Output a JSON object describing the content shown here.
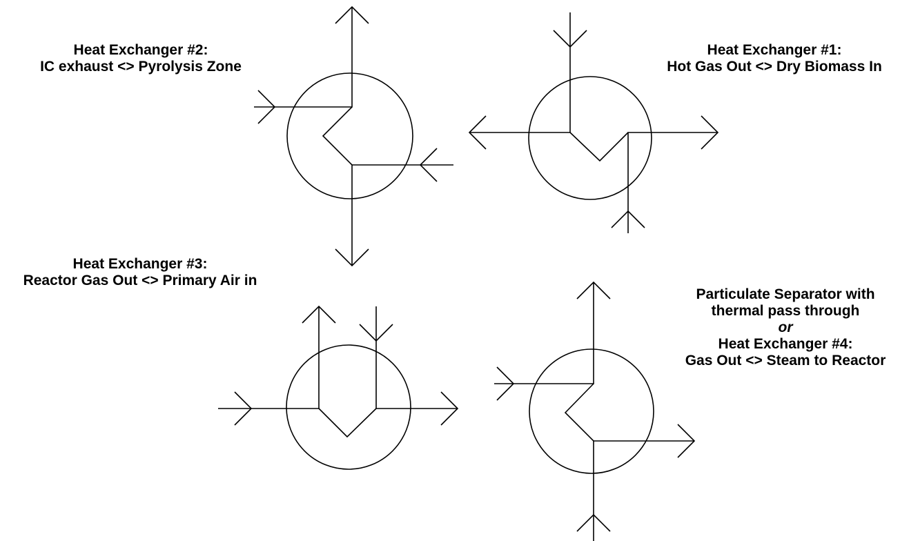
{
  "exchangers": [
    {
      "id": "hx2",
      "lines": [
        "Heat Exchanger #2:",
        "IC exhaust <> Pyrolysis Zone"
      ]
    },
    {
      "id": "hx1",
      "lines": [
        "Heat Exchanger #1:",
        "Hot Gas Out <> Dry Biomass In"
      ]
    },
    {
      "id": "hx3",
      "lines": [
        "Heat Exchanger #3:",
        "Reactor Gas Out <> Primary Air in"
      ]
    },
    {
      "id": "hx4",
      "lines": [
        "Particulate Separator with",
        "thermal pass through",
        "or",
        "Heat Exchanger #4:",
        "Gas Out <> Steam to Reactor"
      ]
    }
  ],
  "style": {
    "stroke_color": "#000000",
    "background": "#ffffff"
  }
}
